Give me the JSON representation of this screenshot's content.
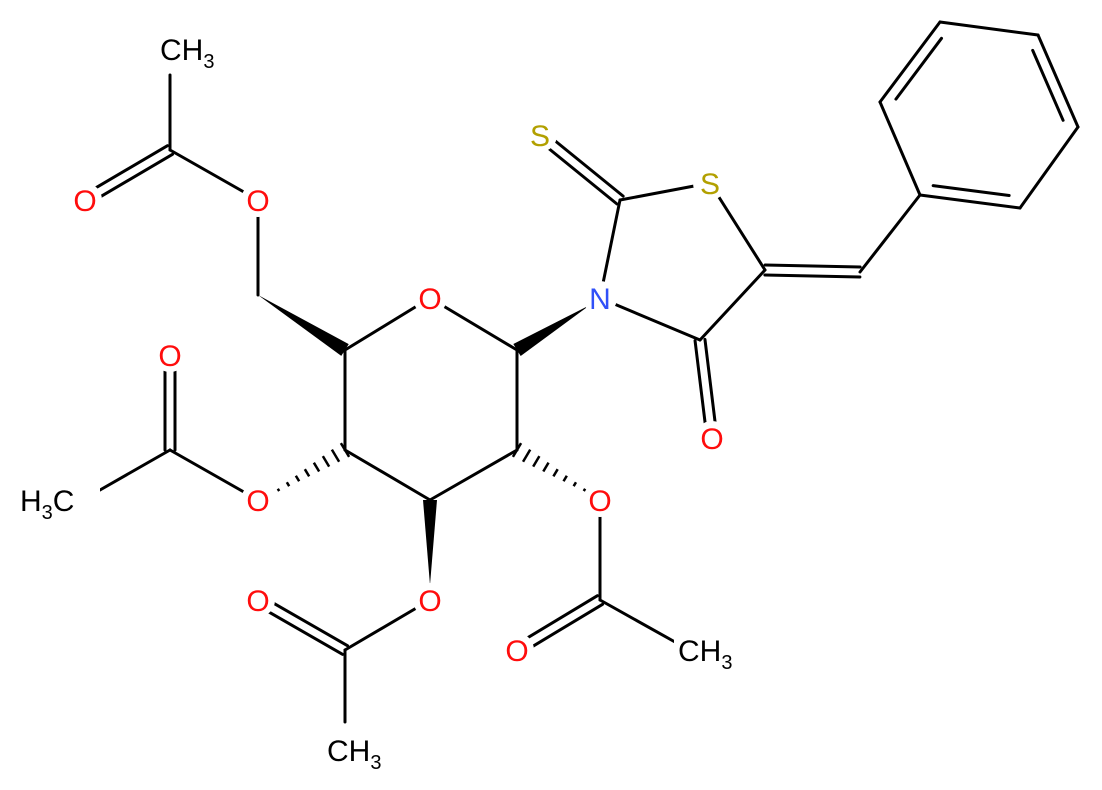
{
  "colors": {
    "oxygen": "#ff0d0d",
    "nitrogen": "#3050f8",
    "sulfur": "#b2a000",
    "carbon": "#000000"
  },
  "atoms": {
    "O": "O",
    "N": "N",
    "S": "S"
  },
  "methyl": {
    "main": "CH",
    "sub": "3"
  },
  "methyl_left": {
    "h": "H",
    "sub": "3",
    "c": "C"
  }
}
